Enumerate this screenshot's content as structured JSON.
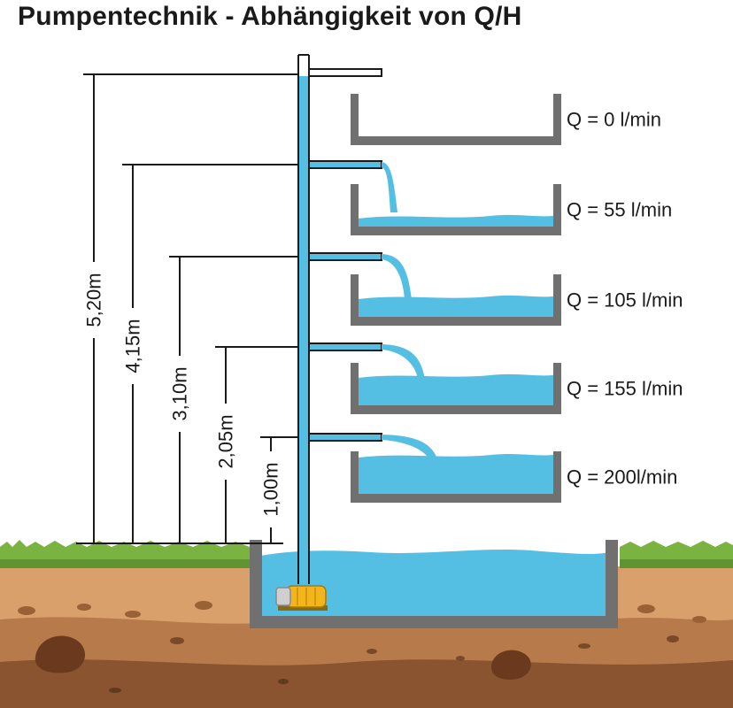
{
  "title": "Pumpentechnik - Abhängigkeit von Q/H",
  "heights": [
    {
      "label": "5,20m",
      "meters": 5.2
    },
    {
      "label": "4,15m",
      "meters": 4.15
    },
    {
      "label": "3,10m",
      "meters": 3.1
    },
    {
      "label": "2,05m",
      "meters": 2.05
    },
    {
      "label": "1,00m",
      "meters": 1.0
    }
  ],
  "flows": [
    {
      "label": "Q = 0 l/min",
      "value_l_per_min": 0
    },
    {
      "label": "Q = 55 l/min",
      "value_l_per_min": 55
    },
    {
      "label": "Q = 105 l/min",
      "value_l_per_min": 105
    },
    {
      "label": "Q = 155 l/min",
      "value_l_per_min": 155
    },
    {
      "label": "Q = 200l/min",
      "value_l_per_min": 200
    }
  ],
  "colors": {
    "water": "#55bfe3",
    "tank_wall": "#707070",
    "grass": "#7ab33f",
    "soil_dark": "#8a5430",
    "soil_mid": "#b77a4a",
    "soil_light": "#d9a06b",
    "pump": "#f2b61c"
  }
}
